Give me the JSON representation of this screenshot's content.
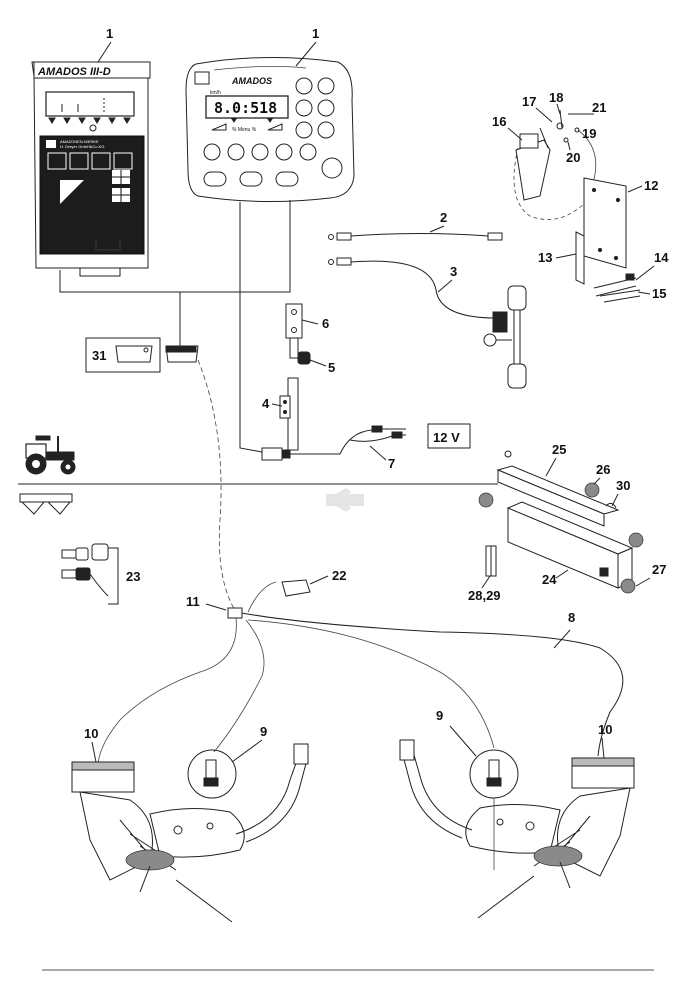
{
  "brands": {
    "terminal_left": "AMADOS III-D",
    "terminal_left_sub1": "AMAZONEN-WERKE",
    "terminal_left_sub2": "H. Dreyer GmbH&Co.KG",
    "terminal_right": "AMADOS",
    "terminal_right_small": "km/h"
  },
  "display": {
    "reading": "8.0:518",
    "bottom_label": "% Menu %"
  },
  "power_label": "12 V",
  "callouts": {
    "c1a": "1",
    "c1b": "1",
    "c2": "2",
    "c3": "3",
    "c4": "4",
    "c5": "5",
    "c6": "6",
    "c7": "7",
    "c8": "8",
    "c9a": "9",
    "c9b": "9",
    "c10a": "10",
    "c10b": "10",
    "c11": "11",
    "c12": "12",
    "c13": "13",
    "c14": "14",
    "c15": "15",
    "c16": "16",
    "c17": "17",
    "c18": "18",
    "c19": "19",
    "c20": "20",
    "c21": "21",
    "c22": "22",
    "c23": "23",
    "c24": "24",
    "c25": "25",
    "c26": "26",
    "c27": "27",
    "c28": "28,29",
    "c30": "30",
    "c31": "31"
  },
  "icons": [
    "tractor-icon",
    "spreader-hopper-icon",
    "watermark-logo"
  ]
}
